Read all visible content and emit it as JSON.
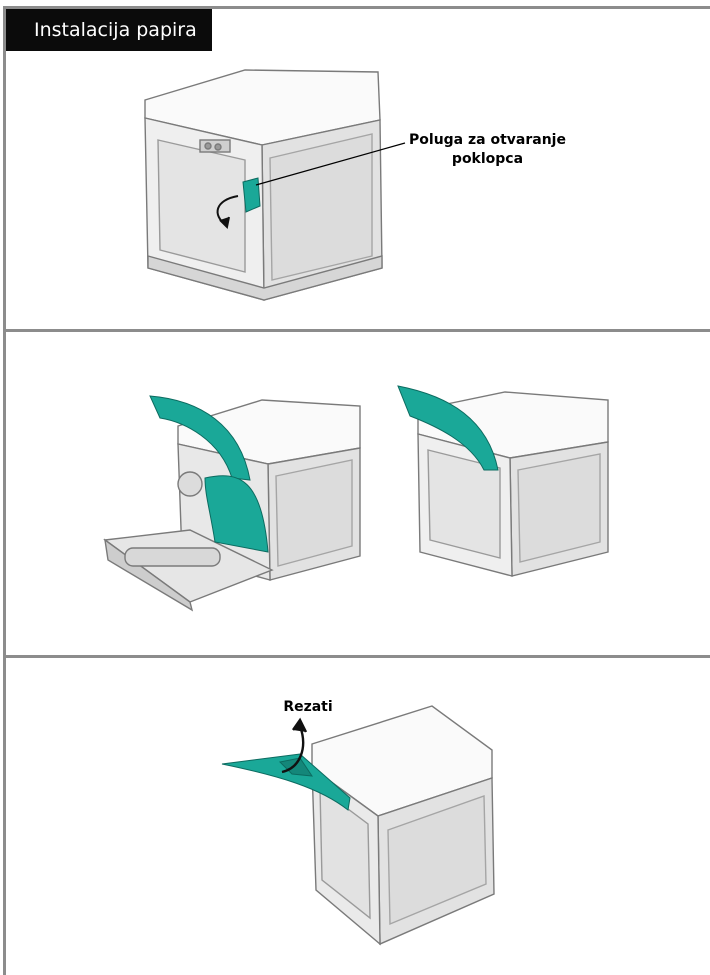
{
  "section_title": "Instalacija papira",
  "steps": [
    {
      "callout": "Poluga za otvaranje poklopca"
    },
    {},
    {
      "callout": "Rezati"
    }
  ],
  "colors": {
    "accent_teal": "#1aa898",
    "line": "#8c8c8c",
    "title_bg": "#0b0b0b"
  }
}
